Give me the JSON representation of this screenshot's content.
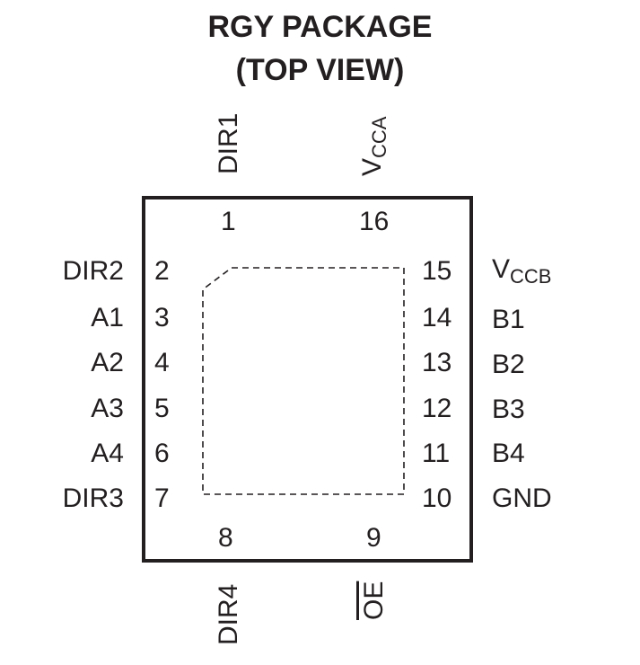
{
  "title_line1": "RGY PACKAGE",
  "title_line2": "(TOP VIEW)",
  "pins": {
    "p1": {
      "num": "1",
      "name": "DIR1"
    },
    "p2": {
      "num": "2",
      "name": "DIR2"
    },
    "p3": {
      "num": "3",
      "name": "A1"
    },
    "p4": {
      "num": "4",
      "name": "A2"
    },
    "p5": {
      "num": "5",
      "name": "A3"
    },
    "p6": {
      "num": "6",
      "name": "A4"
    },
    "p7": {
      "num": "7",
      "name": "DIR3"
    },
    "p8": {
      "num": "8",
      "name": "DIR4"
    },
    "p9": {
      "num": "9",
      "name": "OE"
    },
    "p10": {
      "num": "10",
      "name": "GND"
    },
    "p11": {
      "num": "11",
      "name": "B4"
    },
    "p12": {
      "num": "12",
      "name": "B3"
    },
    "p13": {
      "num": "13",
      "name": "B2"
    },
    "p14": {
      "num": "14",
      "name": "B1"
    },
    "p15": {
      "num": "15",
      "name_main": "V",
      "name_sub": "CCB"
    },
    "p16": {
      "num": "16",
      "name_main": "V",
      "name_sub": "CCA"
    }
  }
}
